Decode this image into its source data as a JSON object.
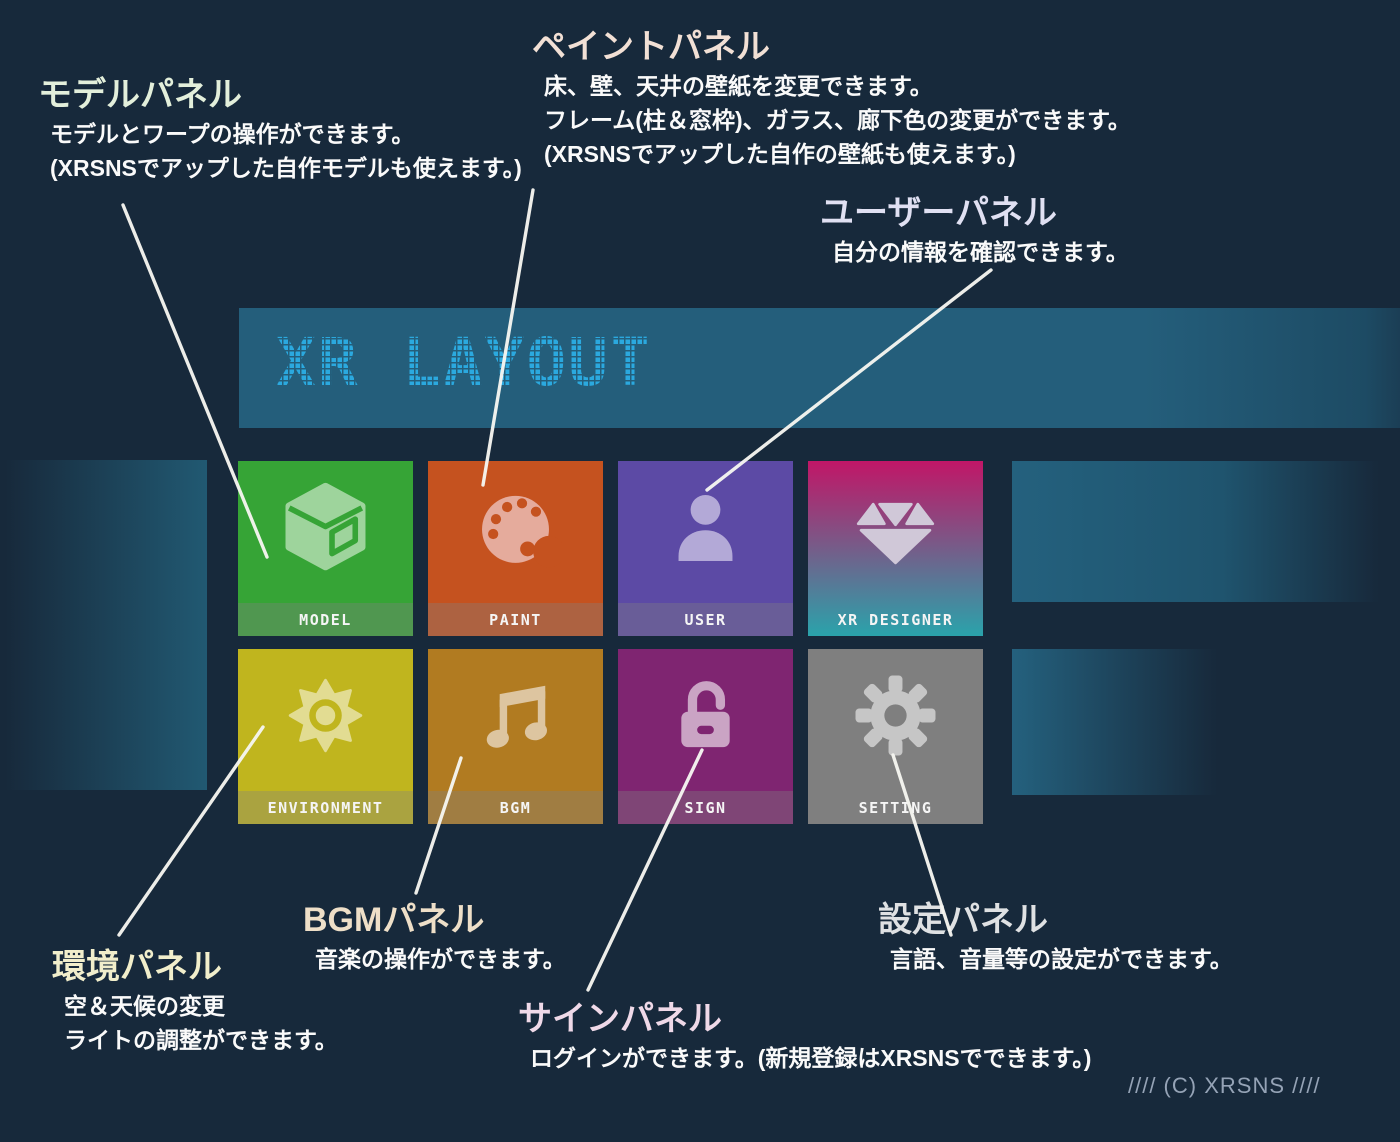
{
  "header": {
    "title": "XR LAYOUT"
  },
  "tiles": [
    {
      "label": "MODEL",
      "icon": "cube-icon",
      "color": "#36a436"
    },
    {
      "label": "PAINT",
      "icon": "palette-icon",
      "color": "#c5521f"
    },
    {
      "label": "USER",
      "icon": "person-icon",
      "color": "#5c4aa5"
    },
    {
      "label": "XR DESIGNER",
      "icon": "gem-icon",
      "gradient_top": "#c11667",
      "gradient_bottom": "#2aa3ab"
    },
    {
      "label": "ENVIRONMENT",
      "icon": "sun-icon",
      "color": "#c0b51e"
    },
    {
      "label": "BGM",
      "icon": "music-note-icon",
      "color": "#b17b21"
    },
    {
      "label": "SIGN",
      "icon": "unlock-icon",
      "color": "#7f2571"
    },
    {
      "label": "SETTING",
      "icon": "gear-icon",
      "color": "#7f7f7f"
    }
  ],
  "annotations": {
    "model": {
      "title": "モデルパネル",
      "title_color": "#e3efdb",
      "lines": [
        "モデルとワープの操作ができます。",
        "(XRSNSでアップした自作モデルも使えます。)"
      ]
    },
    "paint": {
      "title": "ペイントパネル",
      "title_color": "#f2e0d5",
      "lines": [
        "床、壁、天井の壁紙を変更できます。",
        "フレーム(柱＆窓枠)、ガラス、廊下色の変更ができます。",
        "(XRSNSでアップした自作の壁紙も使えます。)"
      ]
    },
    "user": {
      "title": "ユーザーパネル",
      "title_color": "#e0e0f2",
      "lines": [
        "自分の情報を確認できます。"
      ]
    },
    "environment": {
      "title": "環境パネル",
      "title_color": "#f1eecb",
      "lines": [
        "空＆天候の変更",
        "ライトの調整ができます。"
      ]
    },
    "bgm": {
      "title": "BGMパネル",
      "title_color": "#eedfc8",
      "lines": [
        "音楽の操作ができます。"
      ]
    },
    "sign": {
      "title": "サインパネル",
      "title_color": "#efd9e8",
      "lines": [
        "ログインができます。(新規登録はXRSNSでできます。)"
      ]
    },
    "setting": {
      "title": "設定パネル",
      "title_color": "#dfe1e3",
      "lines": [
        "言語、音量等の設定ができます。"
      ]
    }
  },
  "footer": {
    "copyright": "//// (C) XRSNS ////"
  },
  "colors": {
    "background": "#17293b",
    "banner": "#245e7b",
    "led_text": "#2ba9df",
    "connector_line": "#f6f6f1"
  }
}
